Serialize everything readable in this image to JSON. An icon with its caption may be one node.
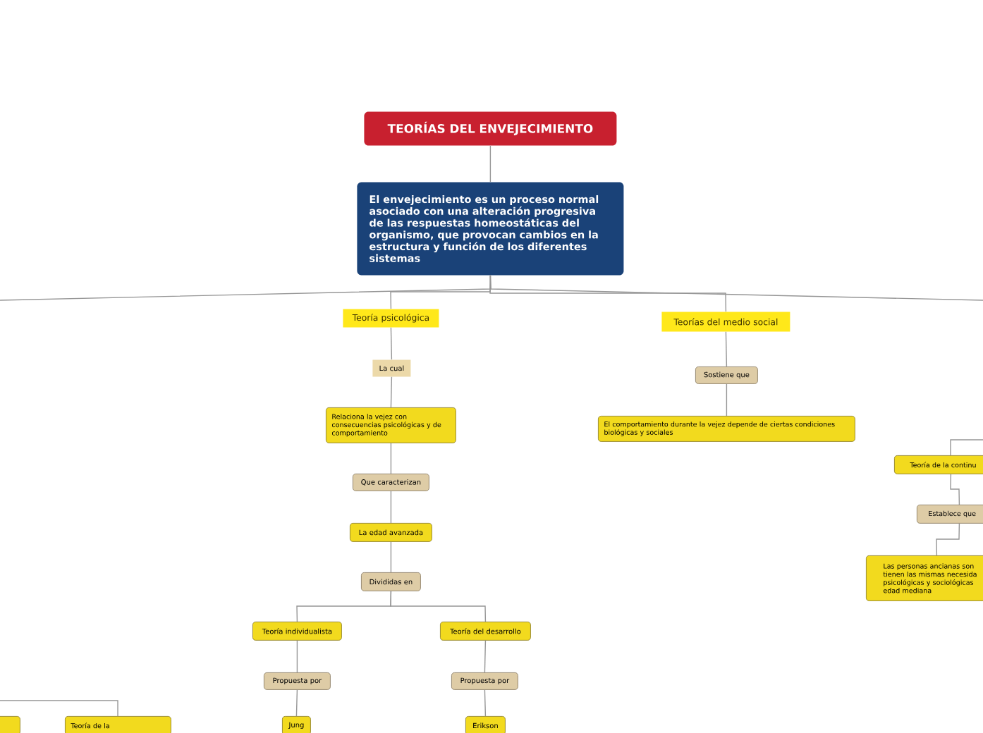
{
  "diagram": {
    "nodes": [
      {
        "text": [
          "TEORÍAS DEL ENVEJECIMIENTO"
        ]
      },
      {
        "text": [
          "El envejecimiento es un proceso normal asociado con una alteración progresiva de las respuestas homeostáticas del organismo, que provocan cambios en la estructura y función de los diferentes sistemas"
        ]
      },
      {
        "text": [
          "Teoría psicológica"
        ]
      },
      {
        "text": [
          "Teorías del medio social"
        ]
      },
      {
        "text": [
          "La cual"
        ]
      },
      {
        "text": [
          "Relaciona la vejez con consecuencias psicológicas y de comportamiento"
        ]
      },
      {
        "text": [
          "Que caracterizan"
        ]
      },
      {
        "text": [
          "La edad avanzada"
        ]
      },
      {
        "text": [
          "Divididas en"
        ]
      },
      {
        "text": [
          "Teoría individualista"
        ]
      },
      {
        "text": [
          "Teoría del desarrollo"
        ]
      },
      {
        "text": [
          "Propuesta por"
        ]
      },
      {
        "text": [
          "Propuesta por"
        ]
      },
      {
        "text": [
          "Jung"
        ]
      },
      {
        "text": [
          "Erikson"
        ]
      },
      {
        "text": [
          "Sostiene que"
        ]
      },
      {
        "text": [
          "El comportamiento durante la vejez depende de ciertas condiciones biológicas y sociales"
        ]
      },
      {
        "text": [
          "Teoría de la continu"
        ]
      },
      {
        "text": [
          "Establece que"
        ]
      },
      {
        "text": [
          "Las personas ancianas son tienen las mismas necesida psicológicas y sociológicas edad mediana"
        ]
      },
      {
        "text": [],
        "shape": "box"
      },
      {
        "text": [
          "Teoría de la"
        ]
      }
    ],
    "edges": [
      {
        "from": 0,
        "to": 1,
        "arrow": "none"
      },
      {
        "from": 1,
        "to": 2,
        "arrow": "none"
      },
      {
        "from": 1,
        "to": 3,
        "arrow": "none"
      },
      {
        "from": 1,
        "to": null,
        "arrow": "none"
      },
      {
        "from": 1,
        "to": null,
        "arrow": "none"
      },
      {
        "from": 2,
        "to": 4,
        "arrow": "none"
      },
      {
        "from": 4,
        "to": 5,
        "arrow": "none"
      },
      {
        "from": 5,
        "to": 6,
        "arrow": "none"
      },
      {
        "from": 6,
        "to": 7,
        "arrow": "none"
      },
      {
        "from": 7,
        "to": 8,
        "arrow": "none"
      },
      {
        "from": 8,
        "to": 9,
        "arrow": "none"
      },
      {
        "from": 8,
        "to": 10,
        "arrow": "none"
      },
      {
        "from": 9,
        "to": 11,
        "arrow": "none"
      },
      {
        "from": 10,
        "to": 12,
        "arrow": "none"
      },
      {
        "from": 11,
        "to": 13,
        "arrow": "none"
      },
      {
        "from": 12,
        "to": 14,
        "arrow": "none"
      },
      {
        "from": 3,
        "to": 15,
        "arrow": "none"
      },
      {
        "from": 15,
        "to": 16,
        "arrow": "none"
      },
      {
        "from": null,
        "to": 17,
        "arrow": "none"
      },
      {
        "from": 17,
        "to": 18,
        "arrow": "none"
      },
      {
        "from": 18,
        "to": 19,
        "arrow": "none"
      },
      {
        "from": null,
        "to": 21,
        "arrow": "none"
      }
    ]
  }
}
